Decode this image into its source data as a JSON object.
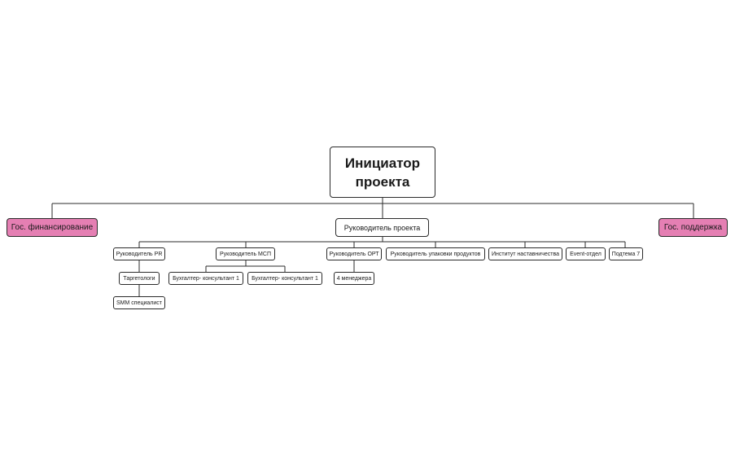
{
  "root": {
    "label": "Инициатор проекта"
  },
  "level1": {
    "left": "Гос. финансирование",
    "center": "Руководитель проекта",
    "right": "Гос. поддержка"
  },
  "level2": [
    "Руководитель PR",
    "Руководитель МСП",
    "Руководитель ОРТ",
    "Руководитель упаковки продуктов",
    "Институт наставничества",
    "Event-отдел",
    "Подтема 7"
  ],
  "pr_children": [
    "Таргетологи",
    "SMM специалист"
  ],
  "msp_children": [
    "Бухгалтер- консультант 1",
    "Бухгалтер- консультант 1"
  ],
  "ort_children": [
    "4 менеджера"
  ],
  "colors": {
    "accent": "#e57fb3",
    "border": "#2b2b2b"
  }
}
